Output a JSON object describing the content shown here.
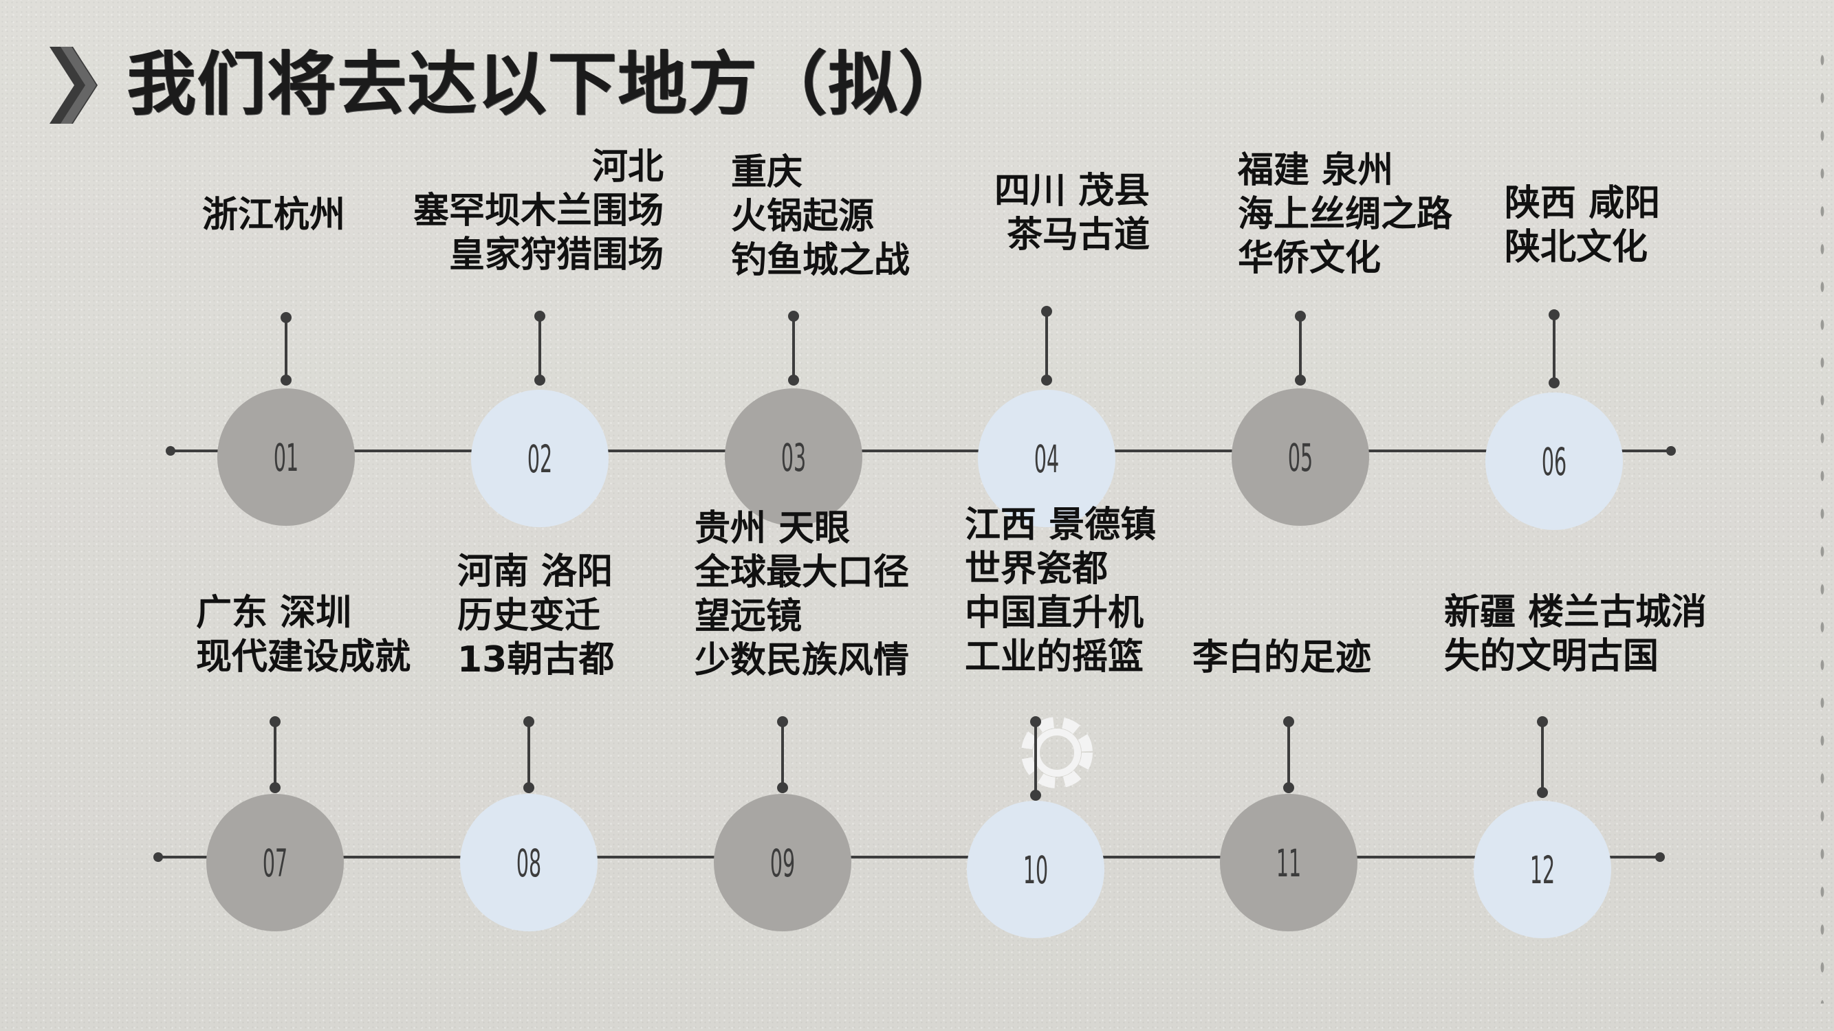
{
  "title": "我们将去达以下地方（拟）",
  "colors": {
    "circle_gray": "#a8a6a3",
    "circle_blue": "#dde7f2",
    "line": "#3d3d3d",
    "text": "#111111"
  },
  "icons": {
    "title_marker": "chevron-right-icon",
    "decor": "gear-icon"
  },
  "rows": [
    {
      "stops": [
        {
          "num": "01",
          "style": "gray",
          "lines": [
            "浙江杭州"
          ]
        },
        {
          "num": "02",
          "style": "blue",
          "lines": [
            "河北",
            "塞罕坝木兰围场",
            "皇家狩猎围场"
          ]
        },
        {
          "num": "03",
          "style": "gray",
          "lines": [
            "重庆",
            "火锅起源",
            "钓鱼城之战"
          ]
        },
        {
          "num": "04",
          "style": "blue",
          "lines": [
            "四川 茂县",
            "茶马古道"
          ]
        },
        {
          "num": "05",
          "style": "gray",
          "lines": [
            "福建 泉州",
            "海上丝绸之路",
            "华侨文化"
          ]
        },
        {
          "num": "06",
          "style": "blue",
          "lines": [
            "陕西 咸阳",
            "陕北文化"
          ]
        }
      ]
    },
    {
      "stops": [
        {
          "num": "07",
          "style": "gray",
          "lines": [
            "广东 深圳",
            "现代建设成就"
          ]
        },
        {
          "num": "08",
          "style": "blue",
          "lines": [
            "河南 洛阳",
            "历史变迁",
            "13朝古都"
          ]
        },
        {
          "num": "09",
          "style": "gray",
          "lines": [
            "贵州 天眼",
            "全球最大口径",
            "望远镜",
            "少数民族风情"
          ]
        },
        {
          "num": "10",
          "style": "blue",
          "lines": [
            "江西 景德镇",
            "世界瓷都",
            "中国直升机",
            "工业的摇篮"
          ]
        },
        {
          "num": "11",
          "style": "gray",
          "lines": [
            "李白的足迹"
          ]
        },
        {
          "num": "12",
          "style": "blue",
          "lines": [
            "新疆 楼兰古城消",
            "失的文明古国"
          ]
        }
      ]
    }
  ]
}
